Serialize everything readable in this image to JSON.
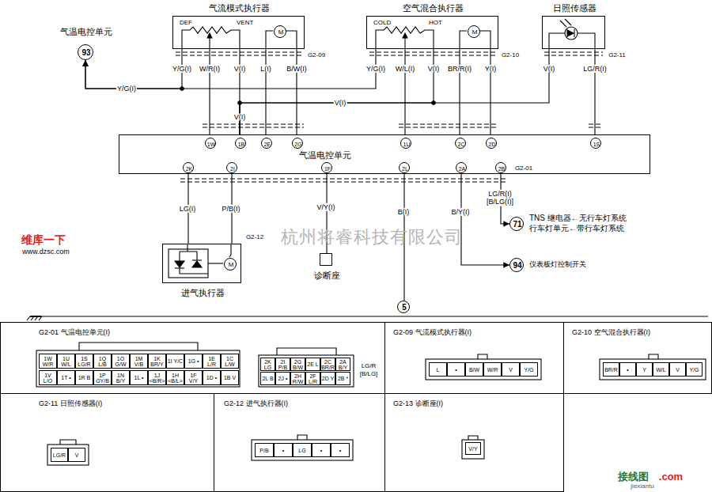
{
  "diagram": {
    "nodes": [
      {
        "text": [
          "气温电控单元",
          "93"
        ]
      },
      {
        "text": [
          "气流模式执行器",
          "DEF",
          "VENT"
        ]
      },
      {
        "text": [
          "M"
        ],
        "in": 1
      },
      {
        "text": [
          "空气混合执行器",
          "COLD",
          "HOT"
        ]
      },
      {
        "text": [
          "M"
        ],
        "in": 3
      },
      {
        "text": [
          "日照传感器"
        ]
      },
      {
        "text": [
          "气温电控单元"
        ]
      },
      {
        "text": [
          "1W"
        ],
        "in": 6
      },
      {
        "text": [
          "1B"
        ],
        "in": 6
      },
      {
        "text": [
          "2E"
        ],
        "in": 6
      },
      {
        "text": [
          "2G"
        ],
        "in": 6
      },
      {
        "text": [
          "1U"
        ],
        "in": 6
      },
      {
        "text": [
          "2C"
        ],
        "in": 6
      },
      {
        "text": [
          "2D"
        ],
        "in": 6
      },
      {
        "text": [
          "1S"
        ],
        "in": 6
      },
      {
        "text": [
          "2K"
        ],
        "in": 6
      },
      {
        "text": [
          "2I"
        ],
        "in": 6
      },
      {
        "text": [
          "1F"
        ],
        "in": 6
      },
      {
        "text": [
          "2L"
        ],
        "in": 6
      },
      {
        "text": [
          "2A"
        ],
        "in": 6
      },
      {
        "text": [
          "2B"
        ],
        "in": 6
      },
      {
        "text": [
          "进气执行器"
        ]
      },
      {
        "text": [
          "M"
        ],
        "in": 21
      },
      {
        "text": [
          "诊断座"
        ]
      },
      {
        "text": [
          "71",
          "TNS 继电器←无行车灯系统 行车灯单元←带行车灯系统"
        ]
      },
      {
        "text": [
          "94",
          "仪表板灯控制开关"
        ]
      },
      {
        "text": [
          "5"
        ]
      },
      {
        "text": [
          "G2-01 气温电控单元(I)"
        ]
      },
      {
        "text": [
          "G2-09 气流模式执行器(I)"
        ]
      },
      {
        "text": [
          "G2-10 空气混合执行器(I)"
        ]
      },
      {
        "text": [
          "G2-11 日照传感器(I)"
        ]
      },
      {
        "text": [
          "G2-12 进气执行器(I)"
        ]
      },
      {
        "text": [
          "G2-13 诊断座(I)"
        ]
      }
    ],
    "edges": [
      {
        "from": 1,
        "to": 7,
        "arrow": "none",
        "label": "W/R(I)"
      },
      {
        "from": 1,
        "to": 8,
        "arrow": "none",
        "label": "V(I)"
      },
      {
        "from": 1,
        "to": 9,
        "arrow": "none",
        "label": "L(I)"
      },
      {
        "from": 1,
        "to": 10,
        "arrow": "none",
        "label": "B/W(I)"
      },
      {
        "from": 1,
        "to": 0,
        "arrow": "to",
        "label": "Y/G(I)"
      },
      {
        "from": 3,
        "to": 0,
        "arrow": "to",
        "label": "Y/G(I)"
      },
      {
        "from": 3,
        "to": 11,
        "arrow": "none",
        "label": "W/L(I)"
      },
      {
        "from": 3,
        "to": 8,
        "arrow": "none",
        "label": "V(I)"
      },
      {
        "from": 3,
        "to": 12,
        "arrow": "none",
        "label": "BR/R(I)"
      },
      {
        "from": 3,
        "to": 13,
        "arrow": "none",
        "label": "Y(I)"
      },
      {
        "from": 5,
        "to": 8,
        "arrow": "none",
        "label": "V(I)"
      },
      {
        "from": 5,
        "to": 14,
        "arrow": "none",
        "label": "LG/R(I)"
      },
      {
        "from": 15,
        "to": 21,
        "arrow": "none",
        "label": "LG(I)"
      },
      {
        "from": 16,
        "to": 21,
        "arrow": "none",
        "label": "P/B(I)"
      },
      {
        "from": 17,
        "to": 23,
        "arrow": "none",
        "label": "V/Y(I)"
      },
      {
        "from": 18,
        "to": 26,
        "arrow": "none",
        "label": "B(I)"
      },
      {
        "from": 19,
        "to": 25,
        "arrow": "to",
        "label": "B/Y(I)"
      },
      {
        "from": 20,
        "to": 24,
        "arrow": "to",
        "label": "LG/R(I) [B/LG(I)]"
      }
    ],
    "labels": [
      "G2-09",
      "Y/G(I)",
      "G2-10",
      "V(I)",
      "G2-11",
      "V(I)",
      "G2-01",
      "G2-12",
      "杭州将睿科技有限公司",
      "维库一下",
      "www.dzsc.com",
      "接线图",
      ".com",
      "jiexiantu",
      "1W W/R",
      "1U W/L",
      "1S LG/R",
      "1Q L/B",
      "1O G/W",
      "1M V/B",
      "1K BR/Y",
      "1I Y/C",
      "1G •",
      "1E L/R",
      "1C L/W",
      "1V L/O",
      "1T •",
      "1R B",
      "1P GY/B",
      "1N B/Y",
      "1L •",
      "1J <B/R>",
      "1H <B/L>",
      "1F V/Y",
      "1D •",
      "1B V",
      "2K LG",
      "2I P/B",
      "2G B/W",
      "2E L",
      "2C BR/R",
      "2A B/Y",
      "2L B",
      "2J •",
      "2H R/W",
      "2F L/R",
      "2D Y",
      "2B *",
      "LG/R [B/LG]",
      "L",
      "•",
      "B/W",
      "W/R",
      "V",
      "Y/G",
      "BR/R",
      "•",
      "Y",
      "W/L",
      "V",
      "Y/G",
      "LG/R",
      "V",
      "P/B",
      "•",
      "LG",
      "•",
      "•",
      "V/Y"
    ]
  }
}
